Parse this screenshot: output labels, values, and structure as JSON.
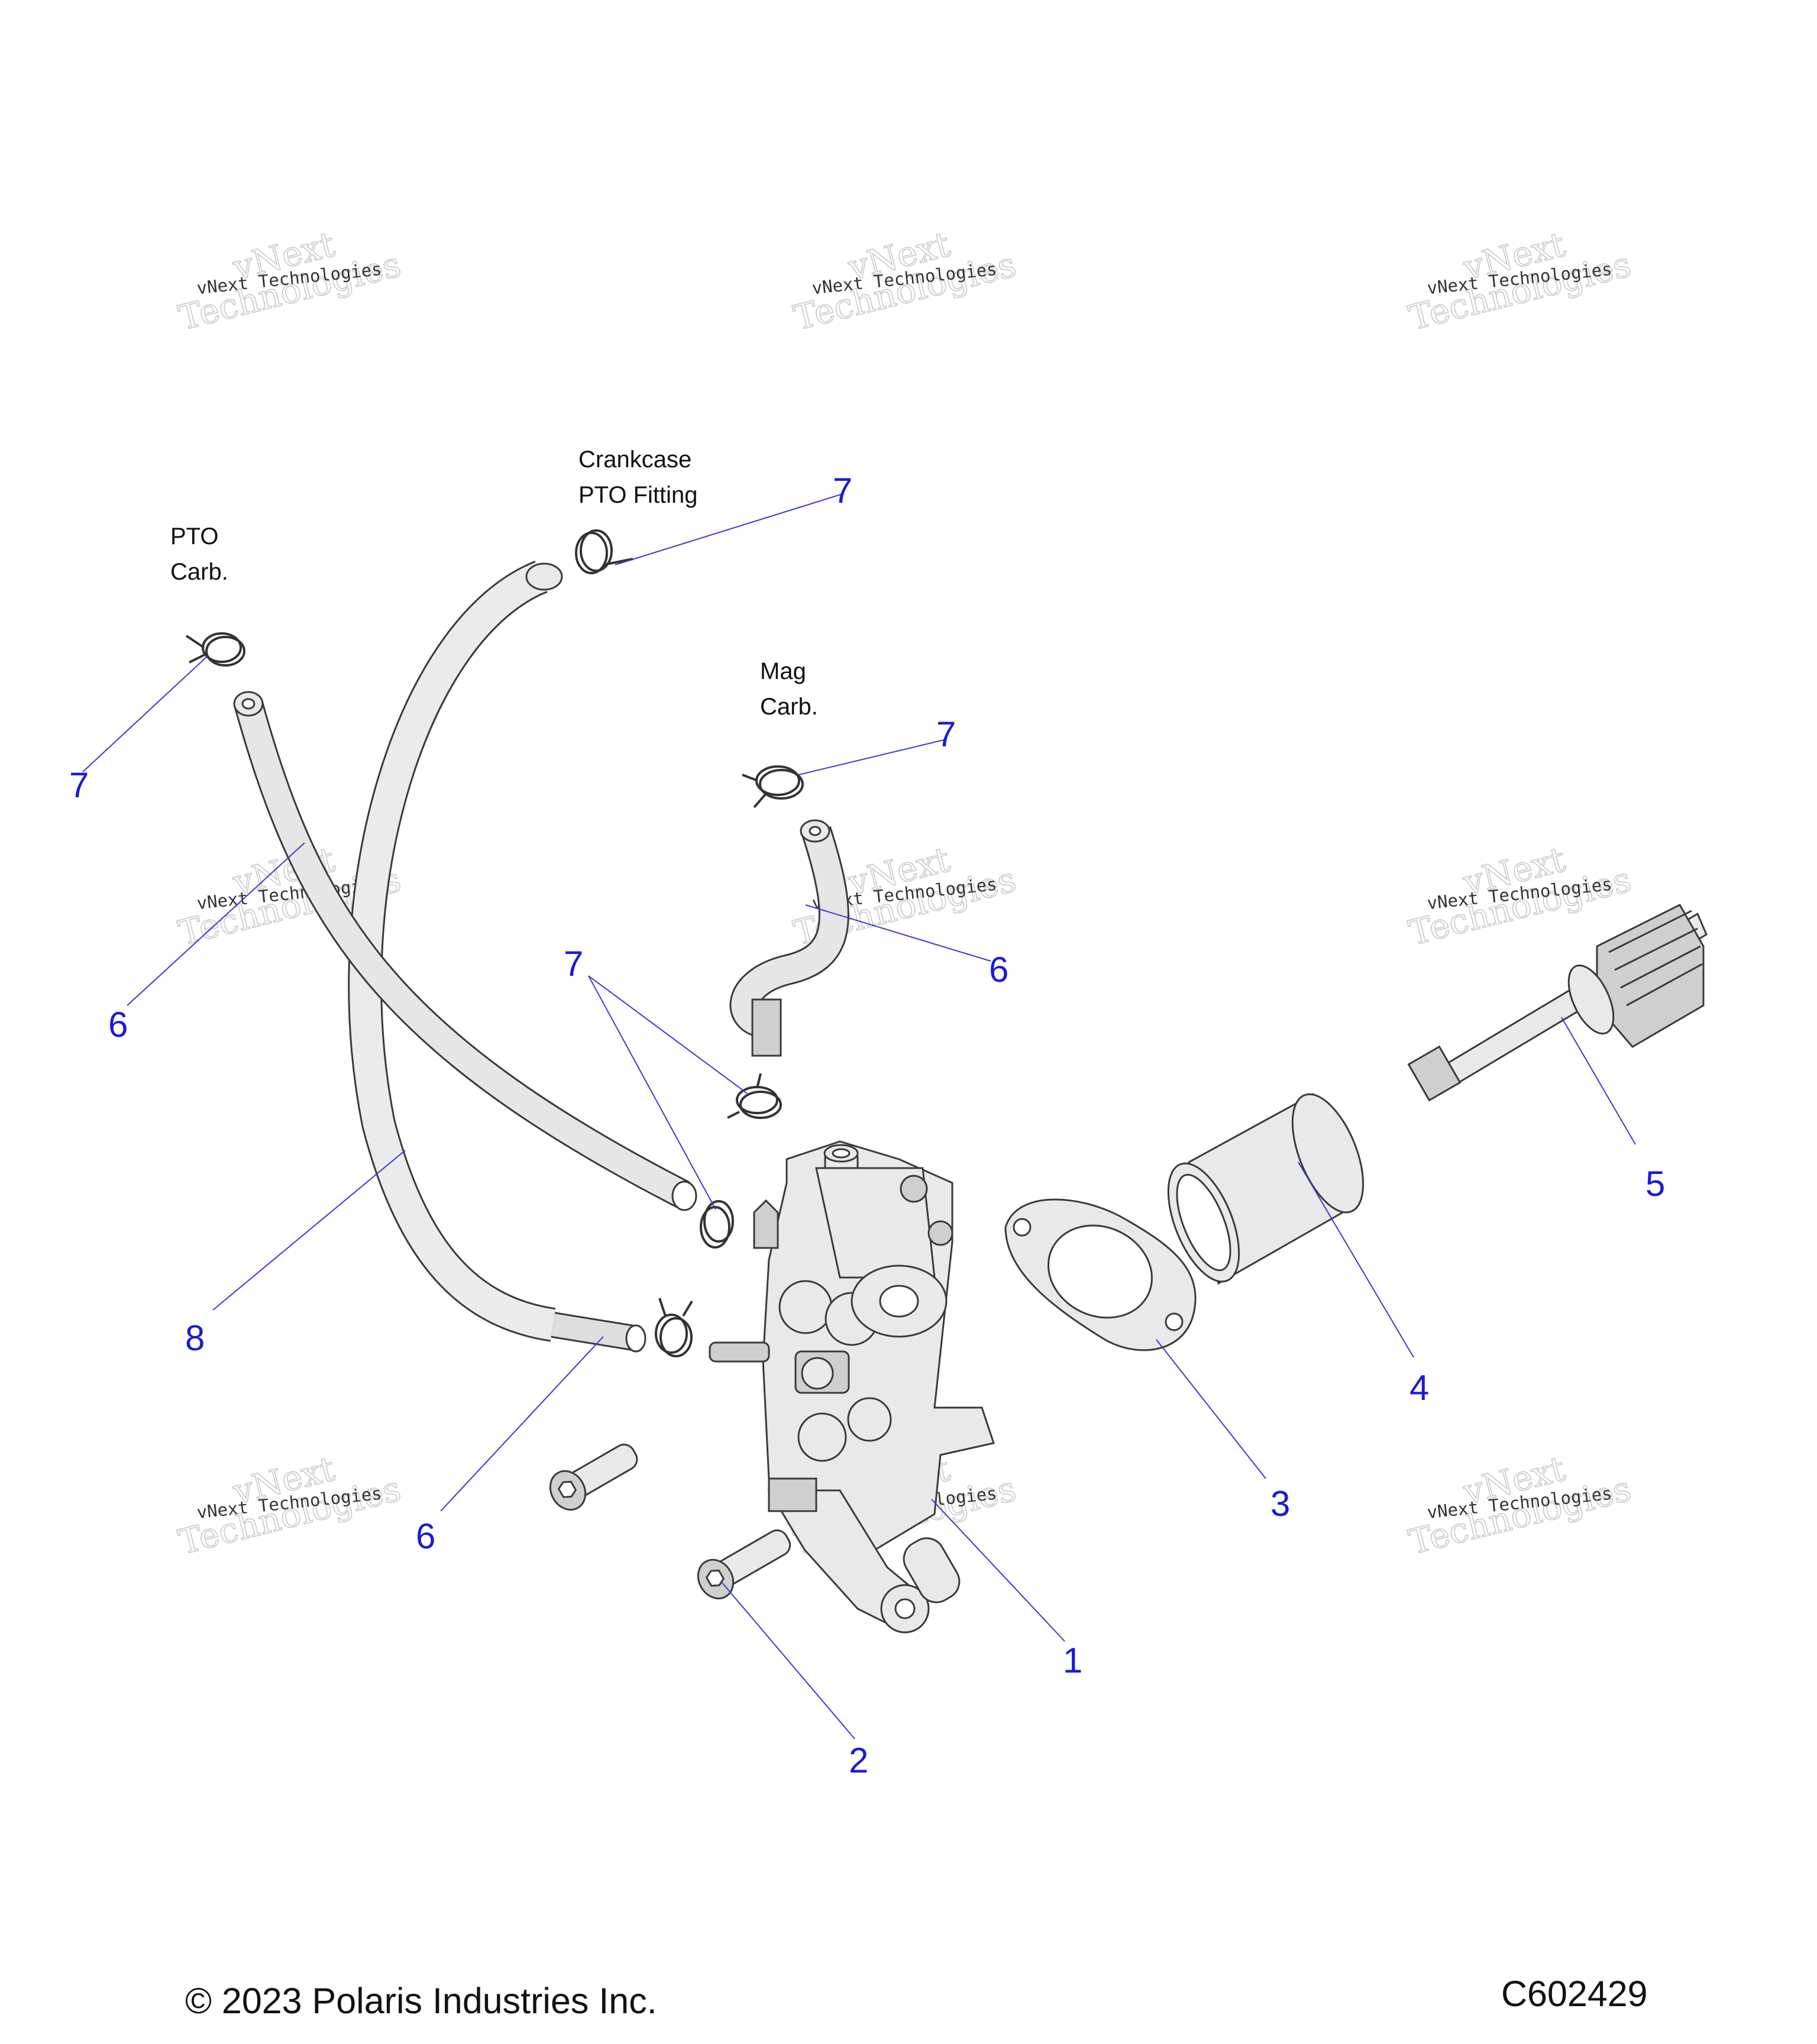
{
  "notes": {
    "pto_carb": [
      "PTO",
      "Carb."
    ],
    "crankcase": [
      "Crankcase",
      "PTO Fitting"
    ],
    "mag_carb": [
      "Mag",
      "Carb."
    ]
  },
  "callouts": [
    {
      "id": "c7a",
      "text": "7"
    },
    {
      "id": "c7b",
      "text": "7"
    },
    {
      "id": "c7c",
      "text": "7"
    },
    {
      "id": "c7d",
      "text": "7"
    },
    {
      "id": "c6a",
      "text": "6"
    },
    {
      "id": "c6b",
      "text": "6"
    },
    {
      "id": "c6c",
      "text": "6"
    },
    {
      "id": "c8",
      "text": "8"
    },
    {
      "id": "c5",
      "text": "5"
    },
    {
      "id": "c4",
      "text": "4"
    },
    {
      "id": "c3",
      "text": "3"
    },
    {
      "id": "c1",
      "text": "1"
    },
    {
      "id": "c2",
      "text": "2"
    }
  ],
  "watermark": {
    "line1": "vNext",
    "line2": "Technologies",
    "small": "vNext Technologies"
  },
  "footer": {
    "copyright": "© 2023 Polaris Industries Inc.",
    "code": "C602429"
  },
  "colors": {
    "callout": "#1a1ad6",
    "leader": "#3a3ad0",
    "part_fill": "#e9e9e9",
    "outline": "#3a3a3a"
  }
}
